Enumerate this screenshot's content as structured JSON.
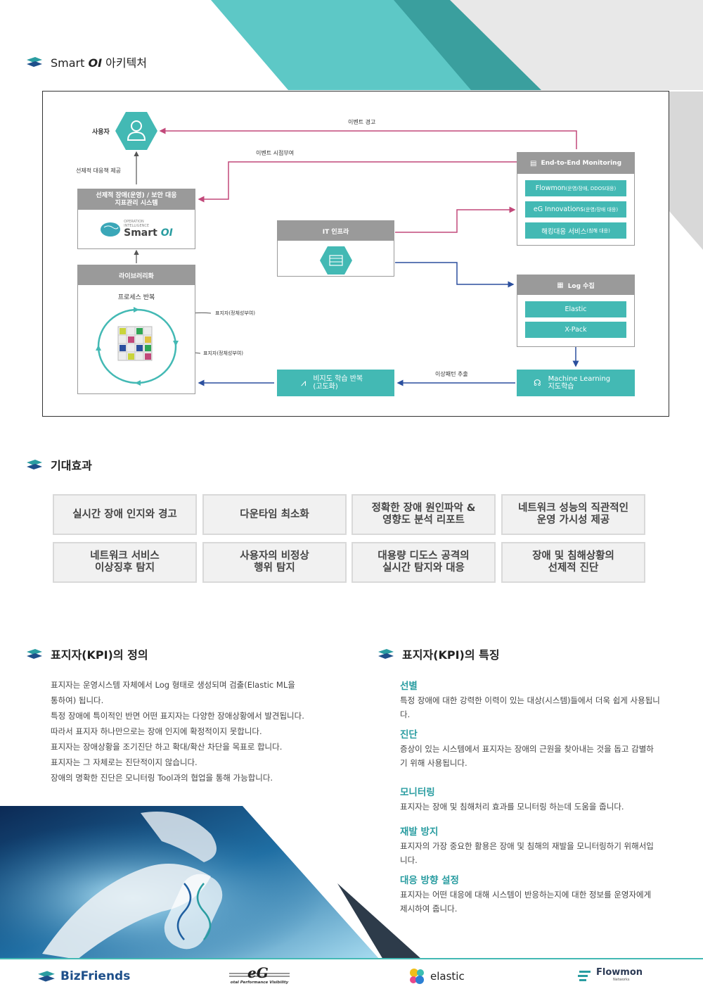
{
  "sections": {
    "arch_title_prefix": "Smart ",
    "arch_title_oi": "OI",
    "arch_title_suffix": " 아키텍처",
    "effects_title": "기대효과",
    "kpi_def_title": "표지자(KPI)의 정의",
    "kpi_feat_title": "표지자(KPI)의 특징"
  },
  "diagram": {
    "user_label": "사용자",
    "event_alert": "이벤트 경고",
    "event_time": "이벤트 시점부여",
    "proactive": "선제적 대응책 제공",
    "kpi_system_title": "선제적 장애(운영) / 보안 대응\n지표관리 시스템",
    "oi_small1": "OPERATION",
    "oi_small2": "INTELLIGENCE",
    "oi_smart": "Smart",
    "oi_oi": "OI",
    "it_infra": "IT 인프라",
    "e2e_title": "End-to-End Monitoring",
    "flowmon_main": "Flowmon",
    "flowmon_sub": " (운영/장애, DDOS대응)",
    "eg_main": "eG Innovations",
    "eg_sub": " (운영/장애 대응)",
    "hack_main": "해킹대응 서비스",
    "hack_sub": " (침해 대응)",
    "log_title": "Log 수집",
    "elastic": "Elastic",
    "xpack": "X-Pack",
    "library": "라이브러리화",
    "process_repeat": "프로세스 반복",
    "kpi_label1": "표지자(정체성부여)",
    "kpi_label2": "표지자(정체성부여)",
    "unsup_line1": "비지도 학습 반복",
    "unsup_line2": "(고도화)",
    "anomaly": "이상패턴 추출",
    "ml_line1": "Machine Learning",
    "ml_line2": "지도학습"
  },
  "effects": [
    "실시간 장애 인지와 경고",
    "다운타임 최소화",
    "정확한 장애 원인파악 &\n영향도 분석 리포트",
    "네트워크 성능의 직관적인\n운영 가시성 제공",
    "네트워크 서비스\n이상징후 탐지",
    "사용자의 비정상\n행위 탐지",
    "대용량 디도스 공격의\n실시간 탐지와 대응",
    "장애 및 침해상황의\n선제적 진단"
  ],
  "kpi_definition": [
    "표지자는 운영시스템 자체에서 Log 형태로 생성되며 검출(Elastic ML을",
    "통하여) 됩니다.",
    "특정 장애에 특이적인 반면 어떤 표지자는 다양한 장애상황에서 발견됩니다.",
    "따라서 표지자 하나만으로는 장애 인지에 확정적이지 못합니다.",
    "표지자는 장애상황을 조기진단 하고 확대/확산 차단을 목표로 합니다.",
    "표지자는 그 자체로는 진단적이지 않습니다.",
    "장애의 명확한 진단은 모니터링 Tool과의 협업을 통해 가능합니다."
  ],
  "kpi_features": [
    {
      "title": "선별",
      "text": "특정 장애에 대한 강력한 이력이 있는 대상(시스템)들에서 더욱 쉽게 사용됩니다."
    },
    {
      "title": "진단",
      "text": "증상이 있는 시스템에서 표지자는 장애의 근원을 찾아내는 것을 돕고 감별하기 위해 사용됩니다."
    },
    {
      "title": "모니터링",
      "text": "표지자는 장애 및 침해처리 효과를 모니터링 하는데 도움을 줍니다."
    },
    {
      "title": "재발 방지",
      "text": "표지자의 가장 중요한 활용은 장애 및 침해의 재발을 모니터링하기 위해서입니다."
    },
    {
      "title": "대응 방향 설정",
      "text": "표지자는 어떤 대응에 대해 시스템이 반응하는지에 대한 정보를 운영자에게 제시하여 줍니다."
    }
  ],
  "footer": {
    "bizfriends": "BizFriends",
    "eg_tagline": "otal Performance Visibility",
    "elastic": "elastic",
    "flowmon": "Flowmon",
    "flowmon_sub": "Networks"
  },
  "colors": {
    "teal": "#43b9b4",
    "dark_teal": "#2a9da1",
    "magenta": "#c2487a",
    "blue": "#2b4f9e",
    "gray": "#9a9a9a"
  }
}
